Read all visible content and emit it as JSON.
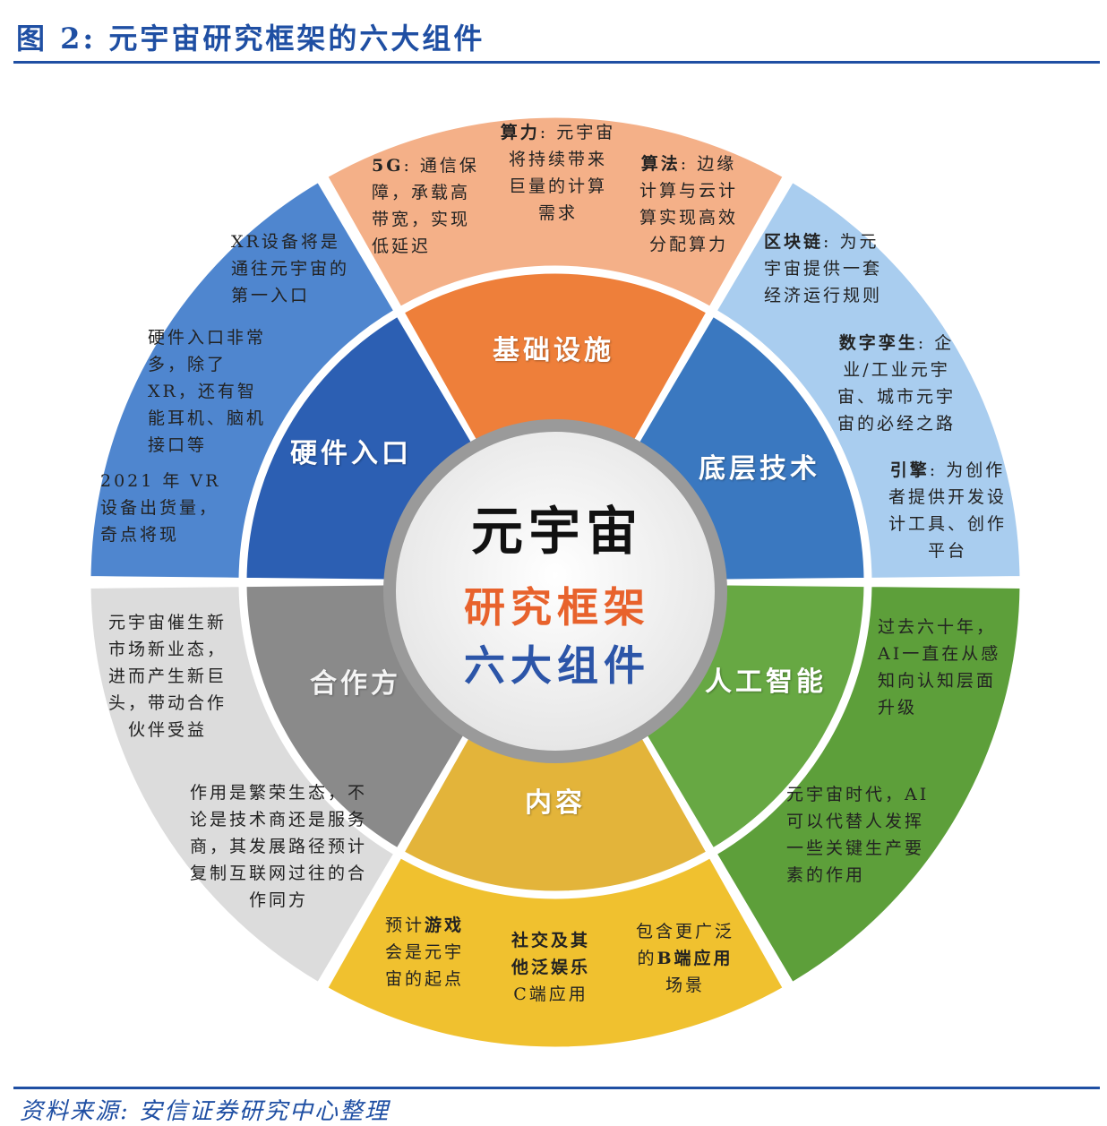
{
  "title": "图 2:  元宇宙研究框架的六大组件",
  "source": "资料来源:  安信证券研究中心整理",
  "center": {
    "main": "元宇宙",
    "line2": "研究框架",
    "line3": "六大组件"
  },
  "components": [
    {
      "label": "基础设施",
      "color": "#ee7f3a"
    },
    {
      "label": "底层技术",
      "color": "#3a78c0"
    },
    {
      "label": "人工智能",
      "color": "#67a843"
    },
    {
      "label": "内容",
      "color": "#e3b43a"
    },
    {
      "label": "合作方",
      "color": "#8a8a8a"
    },
    {
      "label": "硬件入口",
      "color": "#2c5fb3"
    }
  ],
  "notes": {
    "g5_head": "5G",
    "g5_body": ":  通信保障，承载高带宽，实现低延迟",
    "compute_head": "算力",
    "compute_body": ": 元宇宙将持续带来巨量的计算需求",
    "algo_head": "算法",
    "algo_body": ": 边缘计算与云计算实现高效分配算力",
    "xr": "XR设备将是通往元宇宙的第一入口",
    "hw": "硬件入口非常多，除了XR，还有智能耳机、脑机接口等",
    "vr": "2021 年 VR 设备出货量，奇点将现",
    "chain_head": "区块链",
    "chain_body": ": 为元宇宙提供一套经济运行规则",
    "twin_head": "数字孪生",
    "twin_body": ": 企业/工业元宇宙、城市元宇宙的必经之路",
    "engine_head": "引擎",
    "engine_body": ": 为创作者提供开发设计工具、创作平台",
    "ai1": "过去六十年，AI一直在从感知向认知层面升级",
    "ai2": "元宇宙时代，AI可以代替人发挥一些关键生产要素的作用",
    "partner1": "元宇宙催生新市场新业态，进而产生新巨头，带动合作伙伴受益",
    "partner2": "作用是繁荣生态，不论是技术商还是服务商，其发展路径预计复制互联网过往的合作同方",
    "game_pre": "预计",
    "game_head": "游戏",
    "game_body": "会是元宇宙的起点",
    "social_head": "社交及其他泛娱乐",
    "social_body": "C端应用",
    "b_pre": "包含更广泛的",
    "b_head": "B端应用",
    "b_body": "场景"
  }
}
